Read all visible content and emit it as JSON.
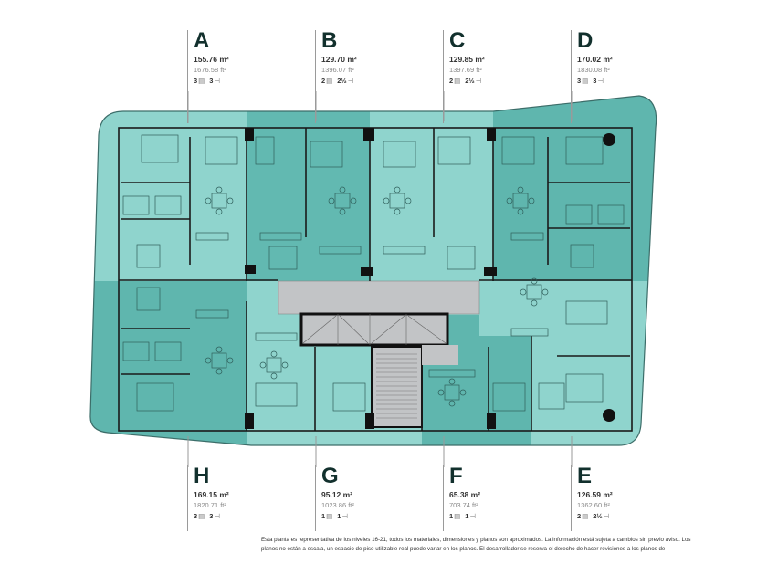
{
  "units_top": [
    {
      "letter": "A",
      "area_m2": "155.76 m²",
      "area_ft2": "1676.58 ft²",
      "bedrooms": "3",
      "bathrooms": "3"
    },
    {
      "letter": "B",
      "area_m2": "129.70 m²",
      "area_ft2": "1396.07 ft²",
      "bedrooms": "2",
      "bathrooms": "2½"
    },
    {
      "letter": "C",
      "area_m2": "129.85 m²",
      "area_ft2": "1397.69 ft²",
      "bedrooms": "2",
      "bathrooms": "2½"
    },
    {
      "letter": "D",
      "area_m2": "170.02 m²",
      "area_ft2": "1830.08 ft²",
      "bedrooms": "3",
      "bathrooms": "3"
    }
  ],
  "units_bottom": [
    {
      "letter": "H",
      "area_m2": "169.15 m²",
      "area_ft2": "1820.71 ft²",
      "bedrooms": "3",
      "bathrooms": "3"
    },
    {
      "letter": "G",
      "area_m2": "95.12 m²",
      "area_ft2": "1023.86 ft²",
      "bedrooms": "1",
      "bathrooms": "1"
    },
    {
      "letter": "F",
      "area_m2": "65.38 m²",
      "area_ft2": "703.74 ft²",
      "bedrooms": "1",
      "bathrooms": "1"
    },
    {
      "letter": "E",
      "area_m2": "126.59 m²",
      "area_ft2": "1362.60 ft²",
      "bedrooms": "2",
      "bathrooms": "2½"
    }
  ],
  "icons": {
    "bedroom": "bed-icon",
    "bathroom": "bath-icon"
  },
  "colors": {
    "light_teal": "#8fd4cd",
    "dark_teal": "#5fb6ae",
    "core_gray": "#c2c4c6",
    "wall": "#1a1a1a"
  },
  "disclaimer": {
    "line1": "Esta planta es representativa de los niveles 16-21, todos los materiales, dimensiones y planos son aproximados. La información está sujeta a cambios sin previo aviso. Los",
    "line2": "planos no están a escala, un espacio de piso utilizable real puede variar en los planos. El desarrollador se reserva el derecho de hacer revisiones a los planos de"
  }
}
